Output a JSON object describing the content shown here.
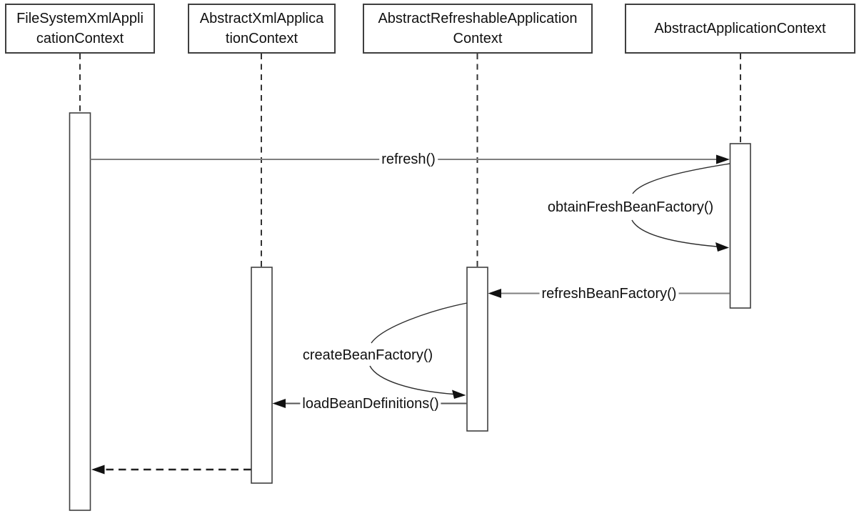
{
  "diagram": {
    "type": "uml-sequence-diagram",
    "background_color": "#ffffff",
    "box_border_color": "#3f3f3f",
    "message_line_color": "#7f7f7f",
    "arc_line_color": "#2d2d2d",
    "arrowhead_color": "#111111",
    "lifeline_dash_color": "#333333",
    "lifelines": [
      {
        "name": "FileSystemXmlApplicationContext",
        "label_lines": [
          "FileSystemXmlAppli",
          "cationContext"
        ]
      },
      {
        "name": "AbstractXmlApplicationContext",
        "label_lines": [
          "AbstractXmlApplica",
          "tionContext"
        ]
      },
      {
        "name": "AbstractRefreshableApplicationContext",
        "label_lines": [
          "AbstractRefreshableApplication",
          "Context"
        ]
      },
      {
        "name": "AbstractApplicationContext",
        "label_lines": [
          "AbstractApplicationContext"
        ]
      }
    ],
    "messages": [
      {
        "label": "refresh()",
        "from": "FileSystemXmlApplicationContext",
        "to": "AbstractApplicationContext",
        "style": "solid-arrow"
      },
      {
        "label": "obtainFreshBeanFactory()",
        "from": "AbstractApplicationContext",
        "to": "AbstractApplicationContext",
        "style": "self-call-arc"
      },
      {
        "label": "refreshBeanFactory()",
        "from": "AbstractApplicationContext",
        "to": "AbstractRefreshableApplicationContext",
        "style": "solid-arrow"
      },
      {
        "label": "createBeanFactory()",
        "from": "AbstractRefreshableApplicationContext",
        "to": "AbstractRefreshableApplicationContext",
        "style": "self-call-arc"
      },
      {
        "label": "loadBeanDefinitions()",
        "from": "AbstractRefreshableApplicationContext",
        "to": "AbstractXmlApplicationContext",
        "style": "solid-arrow"
      },
      {
        "label": "",
        "from": "AbstractXmlApplicationContext",
        "to": "FileSystemXmlApplicationContext",
        "style": "dashed-return-arrow"
      }
    ]
  }
}
